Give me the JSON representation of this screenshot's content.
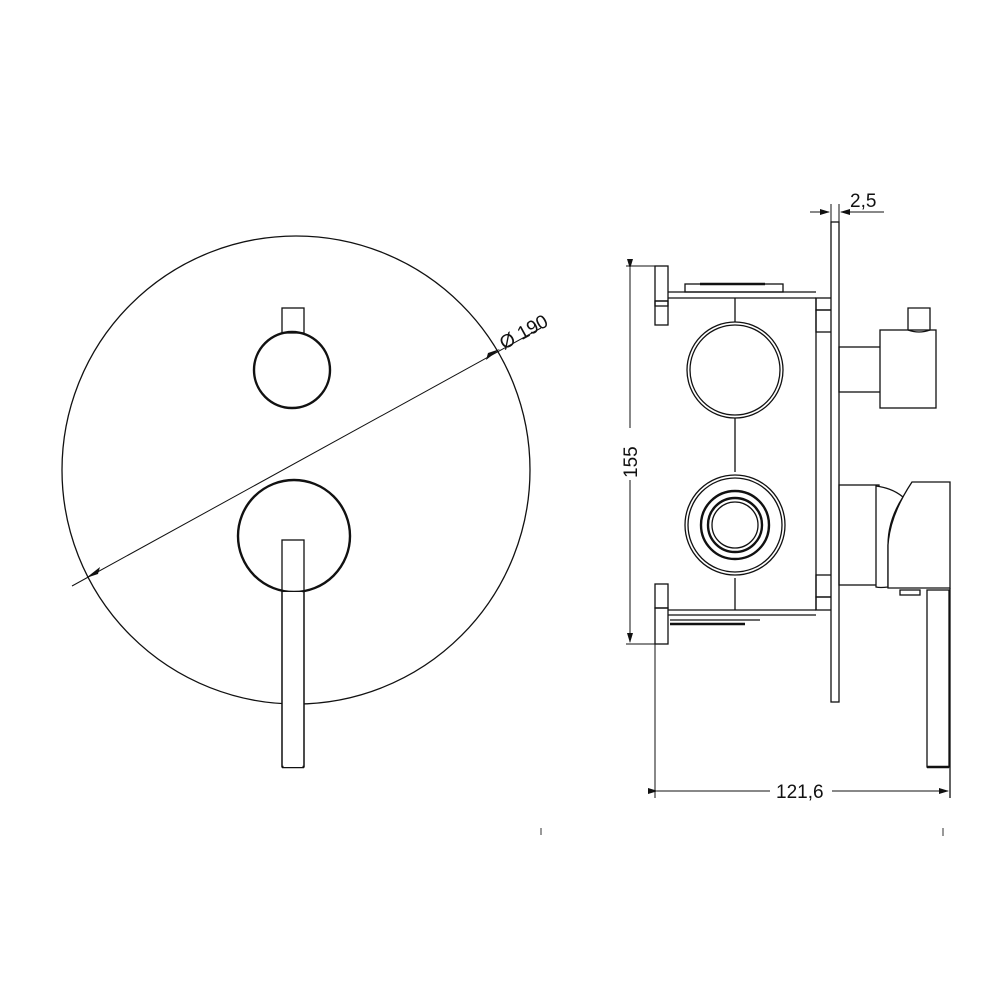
{
  "drawing": {
    "front_view": {
      "plate_diameter_label": "Ø 190"
    },
    "side_view": {
      "plate_thickness_label": "2,5",
      "box_height_label": "155",
      "overall_depth_label": "121,6"
    }
  },
  "colors": {
    "line": "#111111",
    "background": "#ffffff"
  }
}
